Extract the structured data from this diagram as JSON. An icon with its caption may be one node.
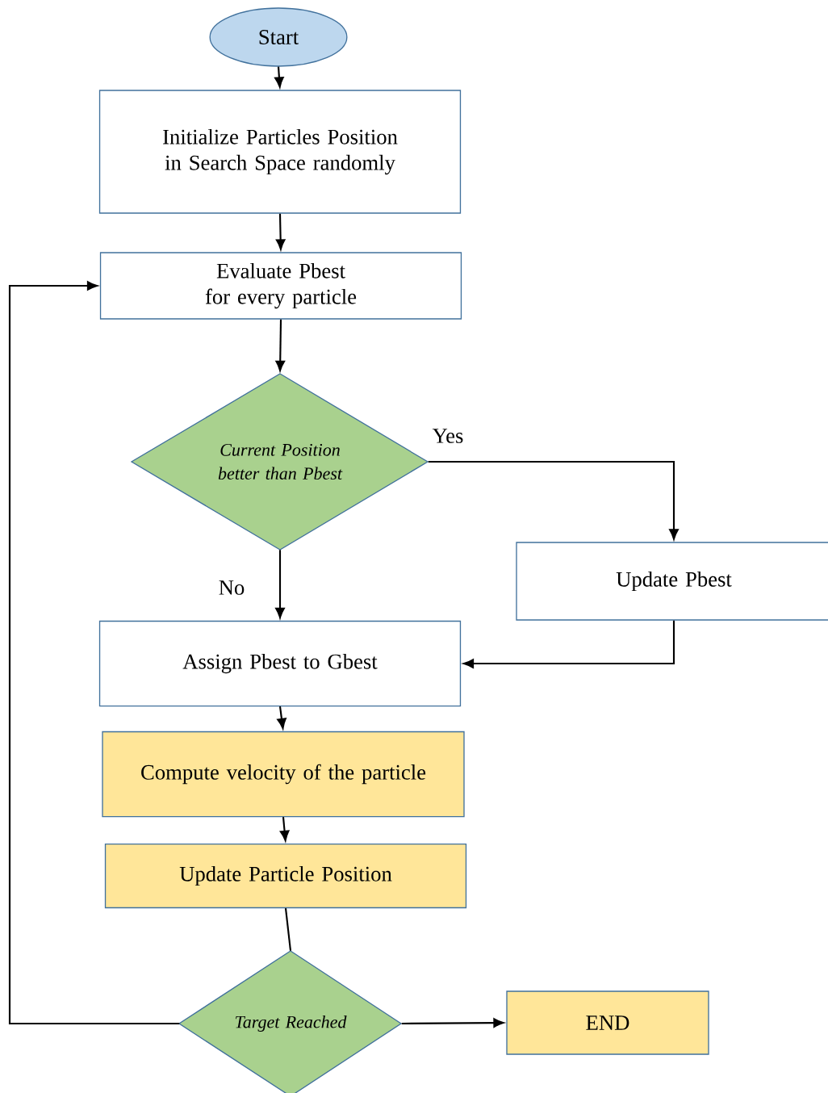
{
  "diagram": {
    "nodes": [
      {
        "text": [
          "Start"
        ]
      },
      {
        "text": [
          "Initialize Particles Position in Search Space randomly"
        ]
      },
      {
        "text": [
          "Evaluate Pbest for every particle"
        ]
      },
      {
        "text": [
          "Current Position better than Pbest"
        ]
      },
      {
        "text": [
          "Update Pbest"
        ]
      },
      {
        "text": [
          "Assign Pbest to Gbest"
        ]
      },
      {
        "text": [
          "Compute velocity of the particle"
        ]
      },
      {
        "text": [
          "Update Particle Position"
        ]
      },
      {
        "text": [
          "Target Reached"
        ]
      },
      {
        "text": [
          "END"
        ]
      }
    ],
    "edges": [
      {
        "from": 0,
        "to": 1,
        "arrow": "to"
      },
      {
        "from": 1,
        "to": 2,
        "arrow": "to"
      },
      {
        "from": 2,
        "to": 3,
        "arrow": "to"
      },
      {
        "from": 3,
        "to": 4,
        "arrow": "to",
        "label": "Yes"
      },
      {
        "from": 3,
        "to": 5,
        "arrow": "to",
        "label": "No"
      },
      {
        "from": 4,
        "to": 5,
        "arrow": "to"
      },
      {
        "from": 5,
        "to": 6,
        "arrow": "to"
      },
      {
        "from": 6,
        "to": 7,
        "arrow": "to"
      },
      {
        "from": 7,
        "to": 8,
        "arrow": "none"
      },
      {
        "from": 8,
        "to": 9,
        "arrow": "to"
      },
      {
        "from": 8,
        "to": 2,
        "arrow": "to"
      }
    ]
  }
}
